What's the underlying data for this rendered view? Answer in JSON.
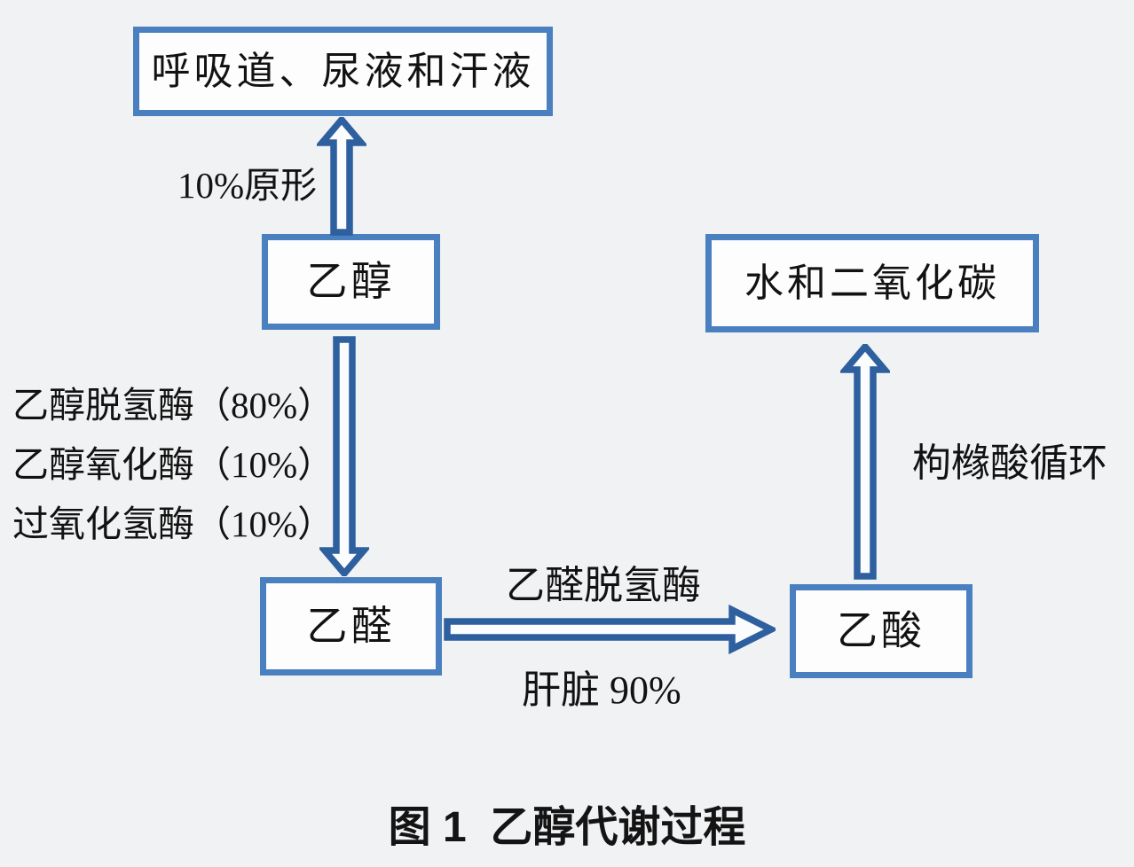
{
  "theme": {
    "page_bg": "#f1f2f4",
    "box_border": "#4a80c0",
    "box_fill": "#fdfdfe",
    "arrow_stroke": "#2e5f9e",
    "arrow_fill": "#fbfcfd",
    "text": "#121212"
  },
  "nodes": {
    "excretion": {
      "label": "呼吸道、尿液和汗液"
    },
    "ethanol": {
      "label": "乙醇"
    },
    "acetaldehyde": {
      "label": "乙醛"
    },
    "acetic_acid": {
      "label": "乙酸"
    },
    "water_co2": {
      "label": "水和二氧化碳"
    }
  },
  "annotations": {
    "original_form": "10%原形",
    "enzyme_line1": "乙醇脱氢酶（80%）",
    "enzyme_line2": "乙醇氧化酶（10%）",
    "enzyme_line3": "过氧化氢酶（10%）",
    "aldehyde_enzyme": "乙醛脱氢酶",
    "liver": "肝脏 90%",
    "citric_cycle": "枸橼酸循环"
  },
  "caption": {
    "text": "图 1  乙醇代谢过程"
  }
}
